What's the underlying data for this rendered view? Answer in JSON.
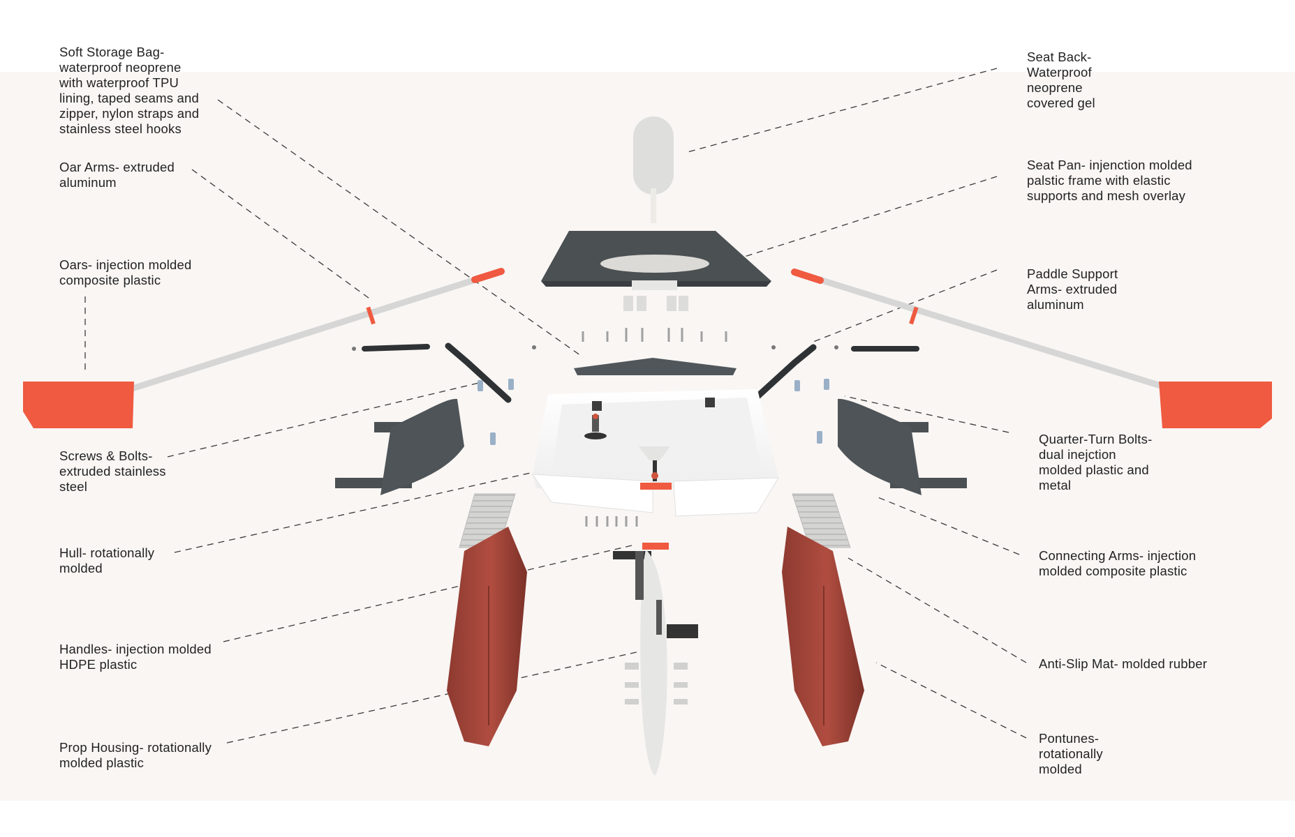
{
  "colors": {
    "accent": "#ef5a40",
    "pontoon": "#a8463a",
    "dark_grey": "#4b5052",
    "light_grey": "#d8d8d6",
    "hull": "#ffffff",
    "background": "#f9f6f4",
    "text": "#222222"
  },
  "labels": {
    "soft_storage_bag": "Soft Storage Bag-\nwaterproof neoprene\nwith waterproof TPU\nlining, taped seams and\nzipper, nylon straps and\nstainless steel hooks",
    "oar_arms": "Oar Arms- extruded\naluminum",
    "oars": "Oars- injection molded\ncomposite plastic",
    "screws_bolts": "Screws & Bolts-\nextruded stainless\nsteel",
    "hull": "Hull- rotationally\nmolded",
    "handles": "Handles- injection molded\nHDPE plastic",
    "prop_housing": "Prop Housing- rotationally\nmolded plastic",
    "seat_back": "Seat Back-\nWaterproof\nneoprene\ncovered gel",
    "seat_pan": "Seat Pan- injenction molded\npalstic frame with elastic\nsupports and mesh overlay",
    "paddle_support_arms": "Paddle Support\nArms- extruded\naluminum",
    "quarter_turn_bolts": "Quarter-Turn Bolts-\ndual inejction\nmolded plastic and\nmetal",
    "connecting_arms": "Connecting Arms- injection\nmolded composite plastic",
    "anti_slip_mat": "Anti-Slip Mat- molded rubber",
    "pontunes": "Pontunes-\nrotationally\nmolded"
  }
}
